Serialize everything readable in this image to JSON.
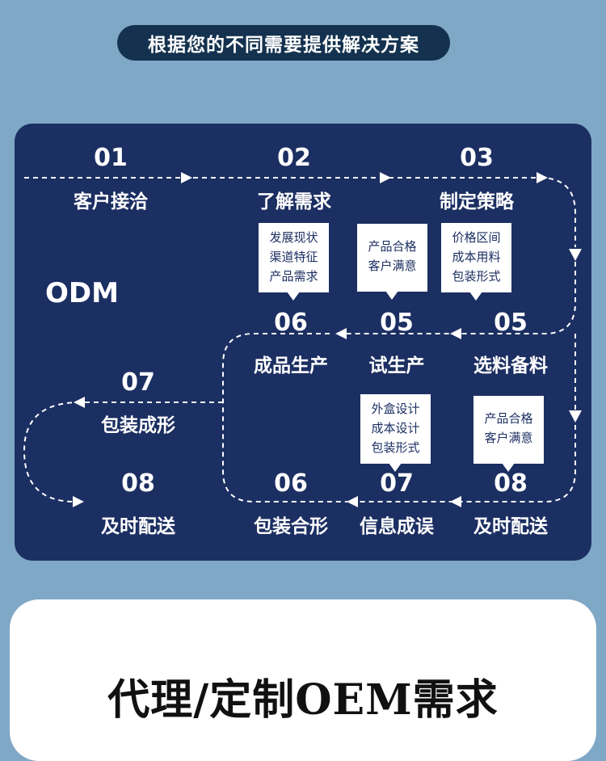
{
  "banner": {
    "text": "根据您的不同需要提供解决方案"
  },
  "odm": {
    "label": "ODM"
  },
  "steps": [
    {
      "num": "01",
      "label": "客户接洽"
    },
    {
      "num": "02",
      "label": "了解需求"
    },
    {
      "num": "03",
      "label": "制定策略"
    },
    {
      "num": "06",
      "label": "成品生产"
    },
    {
      "num": "05",
      "label": "试生产"
    },
    {
      "num": "05",
      "label": "选料备料"
    },
    {
      "num": "07",
      "label": "包装成形"
    },
    {
      "num": "08",
      "label": "及时配送"
    },
    {
      "num": "06",
      "label": "包装合形"
    },
    {
      "num": "07",
      "label": "信息成误"
    },
    {
      "num": "08",
      "label": "及时配送"
    }
  ],
  "notes": {
    "understand": [
      "发展现状",
      "渠道特征",
      "产品需求"
    ],
    "trial": [
      "产品合格",
      "客户满意"
    ],
    "strategy": [
      "价格区间",
      "成本用料",
      "包装形式"
    ],
    "design": [
      "外盒设计",
      "成本设计",
      "包装形式"
    ],
    "delivery": [
      "产品合格",
      "客户满意"
    ]
  },
  "card": {
    "title": "代理/定制OEM需求"
  }
}
